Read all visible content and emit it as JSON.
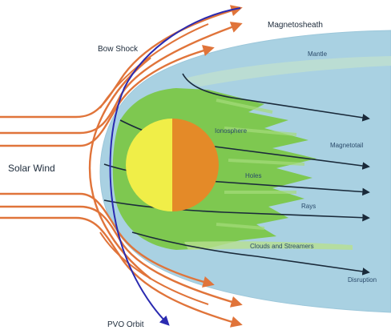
{
  "labels": {
    "bow_shock": "Bow Shock",
    "magnetosheath": "Magnetosheath",
    "mantle": "Mantle",
    "ionosphere": "Ionosphere",
    "magnetotail": "Magnetotail",
    "solar_wind": "Solar Wind",
    "holes": "Holes",
    "rays": "Rays",
    "clouds_streamers": "Clouds and Streamers",
    "disruption": "Disruption",
    "orbit": "PVO Orbit"
  },
  "colors": {
    "solar_wind_lines": "#e0743a",
    "field_lines": "#1a2a3a",
    "orbit": "#2a2ab0",
    "magnetosheath": "#a8d0e0",
    "ionosphere": "#7ec850",
    "planet_day": "#f0ee48",
    "planet_night": "#e48a28"
  }
}
